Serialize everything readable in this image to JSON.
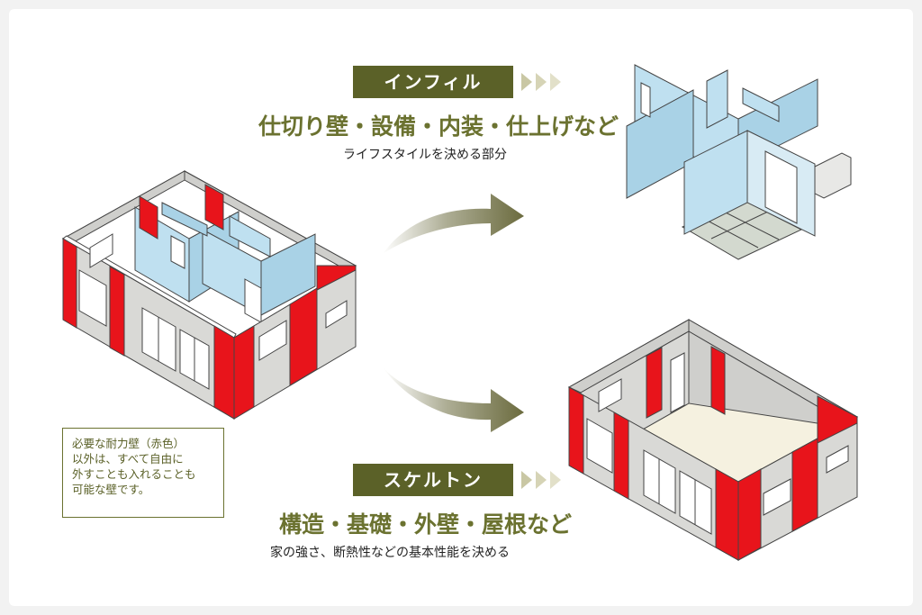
{
  "infill": {
    "label": "インフィル",
    "headline": "仕切り壁・設備・内装・仕上げなど",
    "subline": "ライフスタイルを決める部分"
  },
  "skeleton": {
    "label": "スケルトン",
    "headline": "構造・基礎・外壁・屋根など",
    "subline": "家の強さ、断熱性などの基本性能を決める"
  },
  "note": {
    "lines": [
      "必要な耐力壁（赤色）",
      "以外は、すべて自由に",
      "外すことも入れることも",
      "可能な壁です。"
    ]
  },
  "colors": {
    "label_bg": "#5b6128",
    "headline": "#6b7230",
    "bearing_wall": "#e8141b",
    "partition_wall": "#bfe0f0",
    "exterior_wall": "#d9d9d6"
  },
  "icons": [
    "arrow-right-icon",
    "chevron-right-icon"
  ]
}
